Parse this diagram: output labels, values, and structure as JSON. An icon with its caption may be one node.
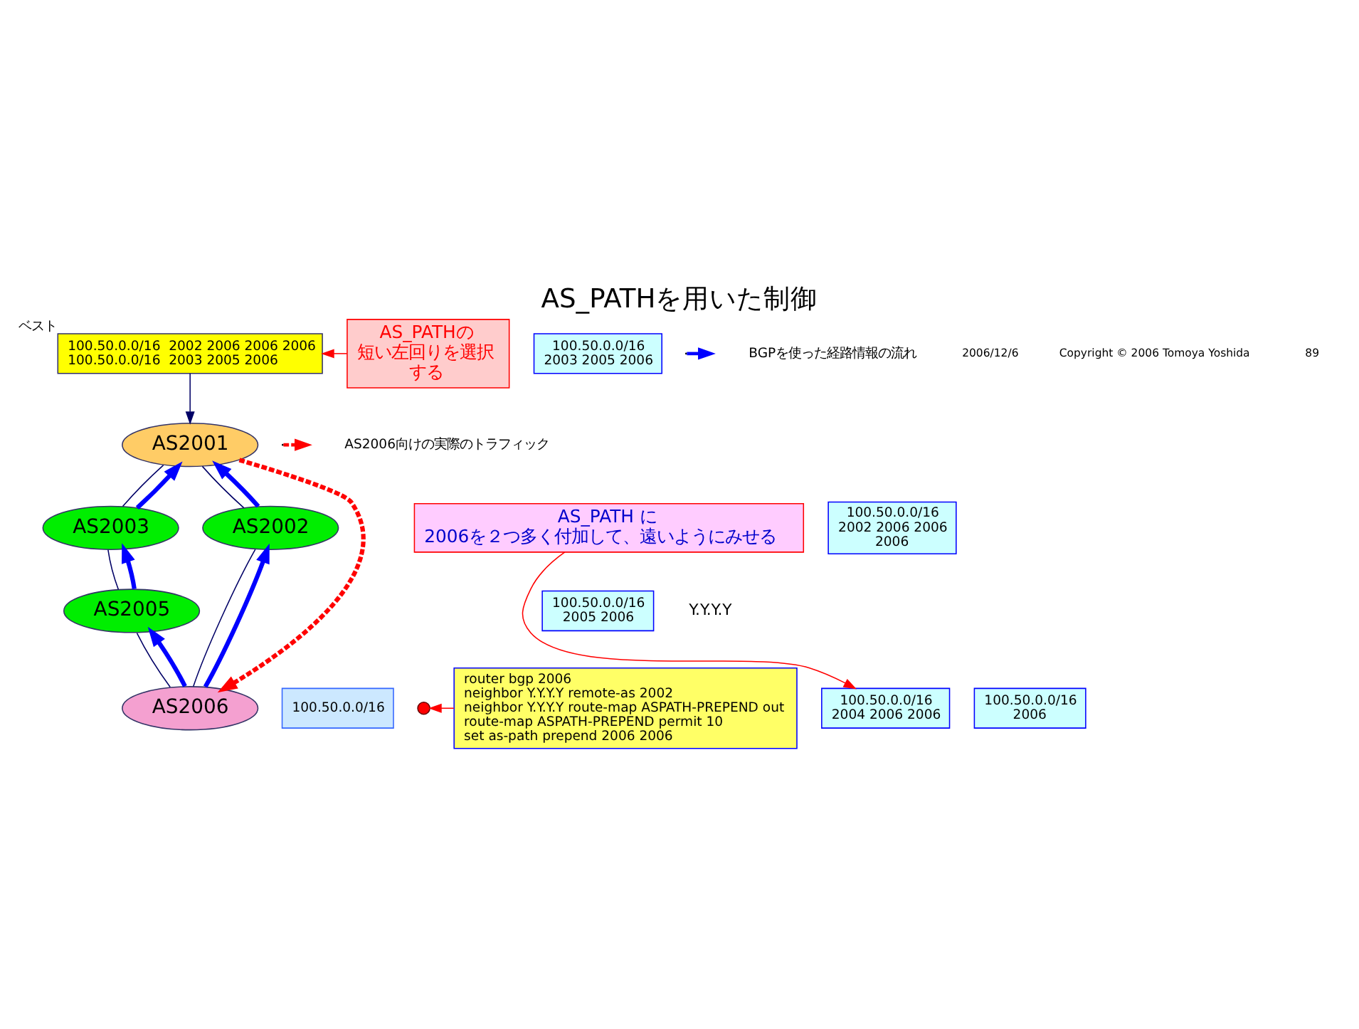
{
  "diagram": {
    "title": "AS_PATHを用いた制御",
    "nodes": [
      {
        "text": [
          "100.50.0.0/16  2002 2006 2006 2006",
          "100.50.0.0/16  2003 2005 2006"
        ],
        "beside": [
          "ベスト"
        ]
      },
      {
        "text": [
          "AS2001"
        ]
      },
      {
        "text": [
          "AS2003"
        ]
      },
      {
        "text": [
          "AS2002"
        ]
      },
      {
        "text": [
          "AS2005"
        ]
      },
      {
        "text": [
          "AS2006"
        ]
      },
      {
        "text": [
          "100.50.0.0/16"
        ]
      },
      {
        "text": [],
        "shape": "circle"
      },
      {
        "text": [
          "AS_PATHの短い左回りを選択する"
        ]
      },
      {
        "text": [
          "AS_PATH に 2006を２つ多く付加して、遠いようにみせる"
        ]
      },
      {
        "text": [
          "router bgp 2006",
          "neighbor Y.Y.Y.Y remote-as 2002",
          "neighbor Y.Y.Y.Y route-map ASPATH-PREPEND out",
          "route-map ASPATH-PREPEND permit 10",
          "set as-path prepend 2006 2006"
        ]
      },
      {
        "text": [
          "100.50.0.0/16 2003 2005 2006"
        ]
      },
      {
        "text": [
          "100.50.0.0/16 2002 2006 2006 2006"
        ]
      },
      {
        "text": [
          "100.50.0.0/16 2005 2006"
        ]
      },
      {
        "text": [
          "100.50.0.0/16 2006"
        ]
      },
      {
        "text": [
          "100.50.0.0/16 2004 2006 2006"
        ]
      }
    ],
    "edges": [
      {
        "from": 0,
        "to": 1,
        "arrow": "to"
      },
      {
        "from": 1,
        "to": 2,
        "arrow": "none"
      },
      {
        "from": 1,
        "to": 3,
        "arrow": "none"
      },
      {
        "from": 2,
        "to": 4,
        "arrow": "none"
      },
      {
        "from": 4,
        "to": 5,
        "arrow": "none"
      },
      {
        "from": 5,
        "to": 3,
        "arrow": "none"
      },
      {
        "from": 5,
        "to": 4,
        "arrow": "to",
        "style": "thick",
        "color": "#0000ff"
      },
      {
        "from": 4,
        "to": 2,
        "arrow": "to",
        "style": "thick",
        "color": "#0000ff"
      },
      {
        "from": 2,
        "to": 1,
        "arrow": "to",
        "style": "thick",
        "color": "#0000ff"
      },
      {
        "from": 5,
        "to": 3,
        "arrow": "to",
        "style": "thick",
        "color": "#0000ff"
      },
      {
        "from": 3,
        "to": 1,
        "arrow": "to",
        "style": "thick",
        "color": "#0000ff"
      },
      {
        "from": 1,
        "to": 5,
        "arrow": "to",
        "style": "dashed",
        "color": "#ff0000"
      },
      {
        "from": 8,
        "to": 0,
        "arrow": "to",
        "color": "#ff0000"
      },
      {
        "from": 9,
        "to": 15,
        "arrow": "to",
        "color": "#ff0000"
      },
      {
        "from": 10,
        "to": 7,
        "arrow": "to",
        "color": "#ff0000"
      }
    ],
    "labels": [
      "Y.Y.Y.Y",
      "2006/12/6",
      "Copyright © 2006 Tomoya Yoshida",
      "89"
    ],
    "legend": [
      {
        "text": "BGPを使った経路情報の流れ"
      },
      {
        "text": "AS2006向けの実際のトラフィック"
      }
    ]
  }
}
